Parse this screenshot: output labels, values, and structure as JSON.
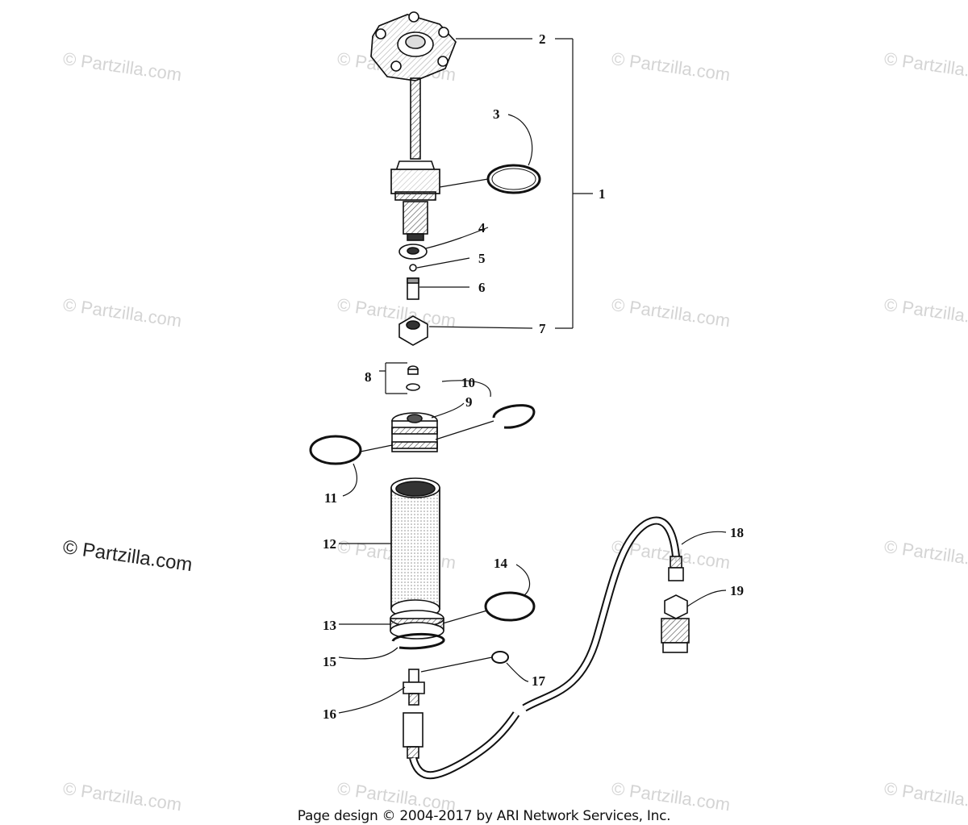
{
  "diagram": {
    "watermark_text": "© Partzilla.com",
    "callouts": [
      "1",
      "2",
      "3",
      "4",
      "5",
      "6",
      "7",
      "8",
      "9",
      "10",
      "11",
      "12",
      "13",
      "14",
      "15",
      "16",
      "17",
      "18",
      "19"
    ]
  },
  "footer": {
    "text": "Page design © 2004-2017 by ARI Network Services, Inc."
  }
}
